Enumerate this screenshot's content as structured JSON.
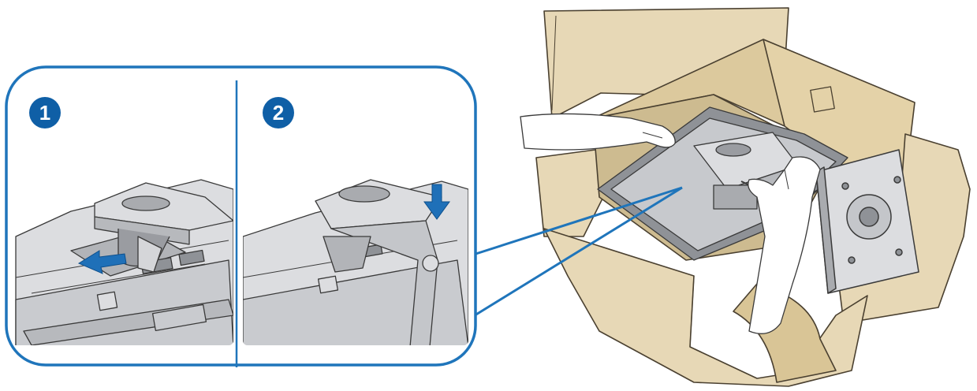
{
  "steps": [
    {
      "number": "1"
    },
    {
      "number": "2"
    }
  ],
  "colors": {
    "callout_border": "#1f75bb",
    "step_badge": "#0f5fa6",
    "arrow": "#1f70b8",
    "cardboard": "#e7d8b6",
    "cardboard_dark": "#d9c596",
    "cardboard_edge": "#4a4030",
    "monitor_back": "#dcdde0",
    "monitor_shadow": "#8f9297",
    "line_art": "#3a3a3a"
  },
  "icons": [
    "step-number-badge",
    "push-direction-arrow"
  ]
}
